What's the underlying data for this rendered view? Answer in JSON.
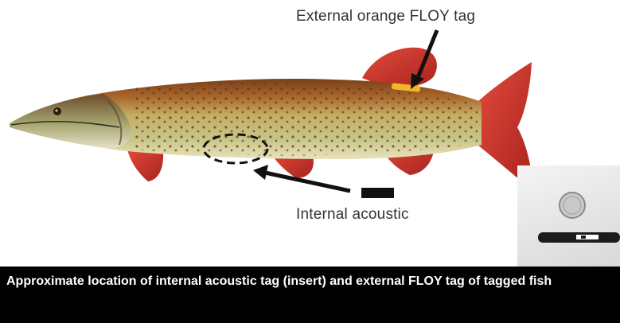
{
  "labels": {
    "external_tag": "External orange FLOY tag",
    "internal_tag": "Internal acoustic"
  },
  "caption": {
    "text": "Approximate location of internal acoustic tag (insert) and external FLOY tag of tagged fish"
  },
  "colors": {
    "fish_body": "#b7c07a",
    "fish_back": "#8a4d1f",
    "fins": "#c8322c",
    "floy_tag": "#f1b52a",
    "caption_bg": "#000000",
    "caption_text": "#ffffff",
    "arrow": "#111111"
  }
}
